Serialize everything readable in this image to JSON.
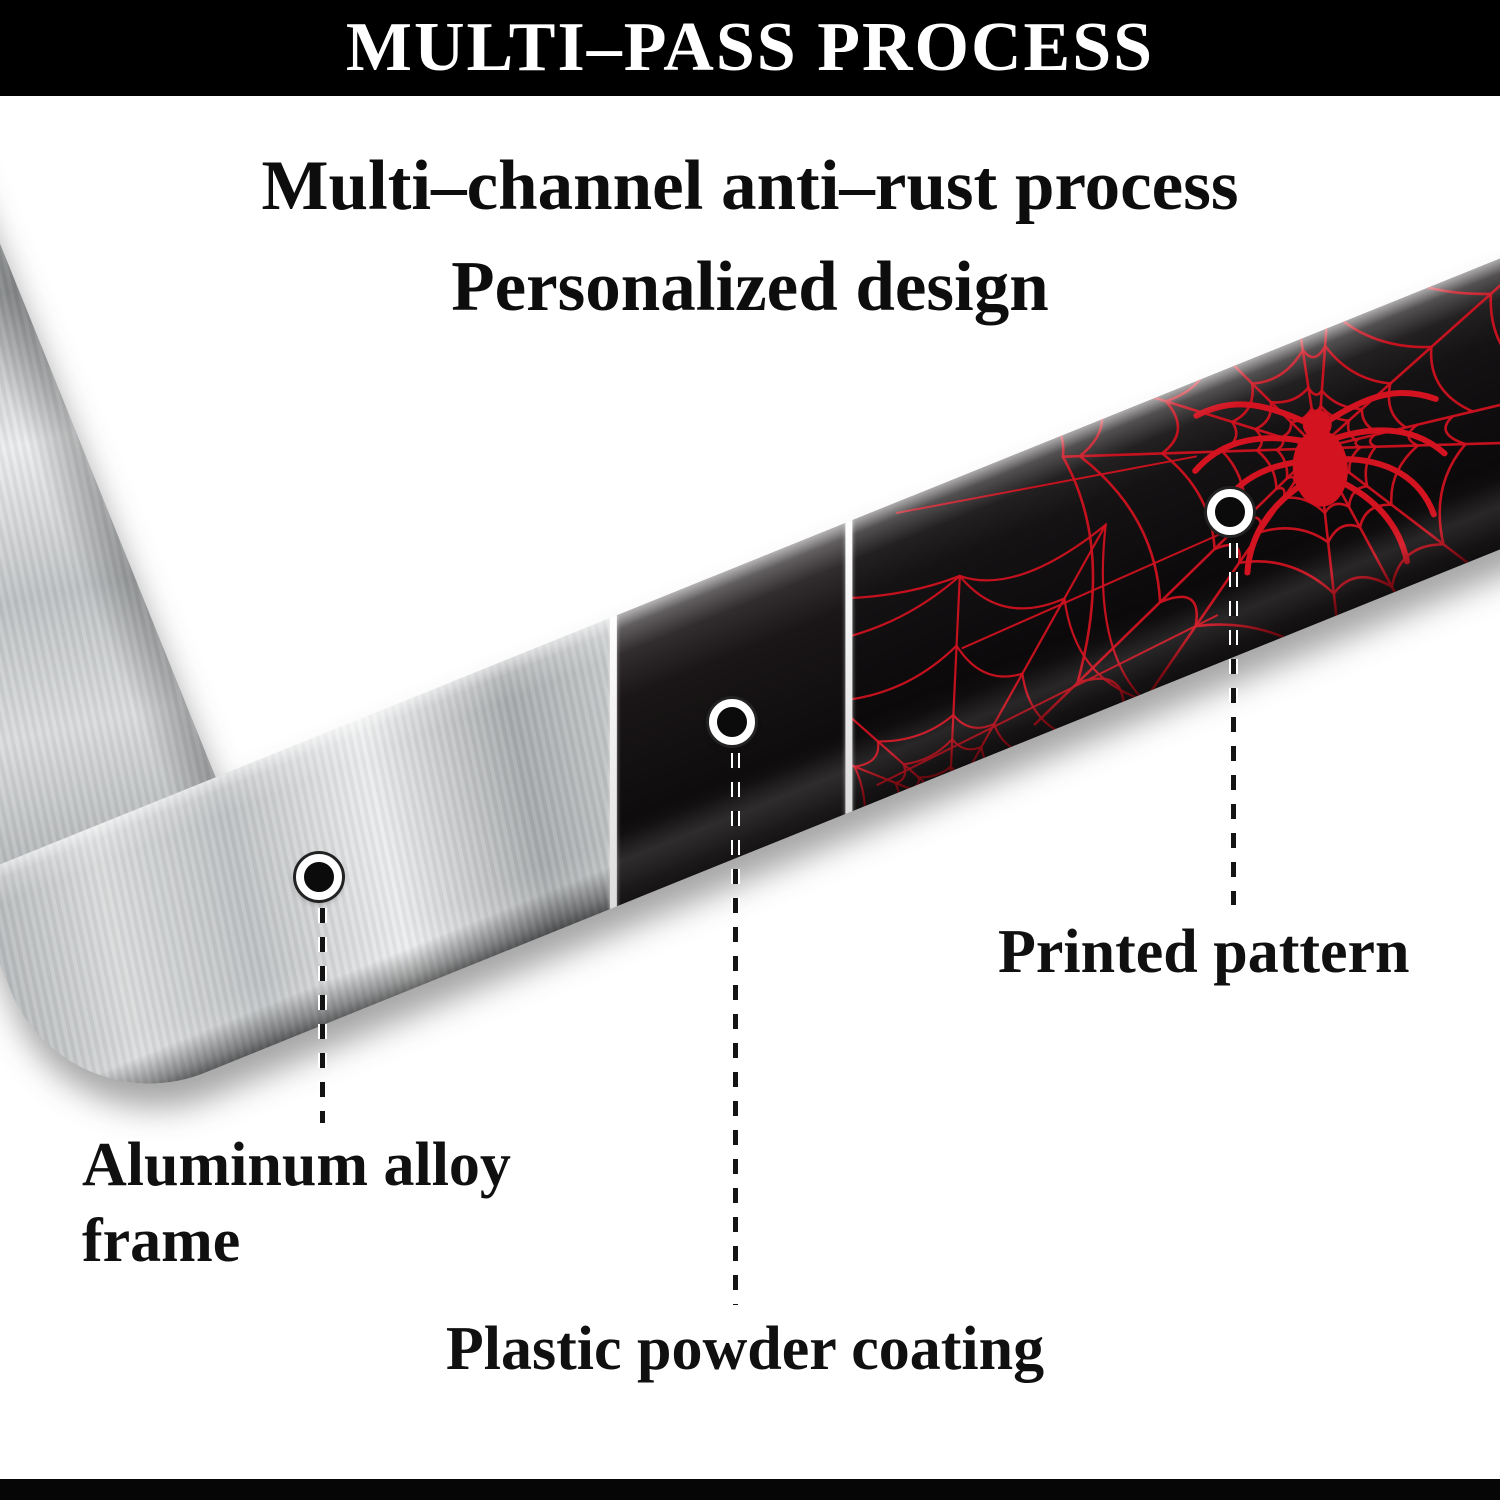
{
  "header": {
    "title": "MULTI–PASS PROCESS",
    "bg": "#000000",
    "text_color": "#ffffff"
  },
  "intro": {
    "line1": "Multi–channel anti–rust process",
    "line2": "Personalized design"
  },
  "callouts": [
    {
      "id": "aluminum-alloy-frame",
      "label": "Aluminum alloy frame"
    },
    {
      "id": "plastic-powder-coating",
      "label": "Plastic powder coating"
    },
    {
      "id": "printed-pattern",
      "label": "Printed pattern"
    }
  ],
  "frame": {
    "type": "license-plate-frame-corner",
    "segments": [
      "Aluminum alloy frame",
      "Plastic powder coating",
      "Printed pattern"
    ],
    "pattern_description": "red spider web print on black glossy strip",
    "colors": {
      "metal": "#c7cacc",
      "coating_black": "#121011",
      "print_black": "#0b090a",
      "web_red": "#cf1220",
      "label_text": "#101010"
    }
  },
  "footer": {
    "bg": "#000000"
  }
}
